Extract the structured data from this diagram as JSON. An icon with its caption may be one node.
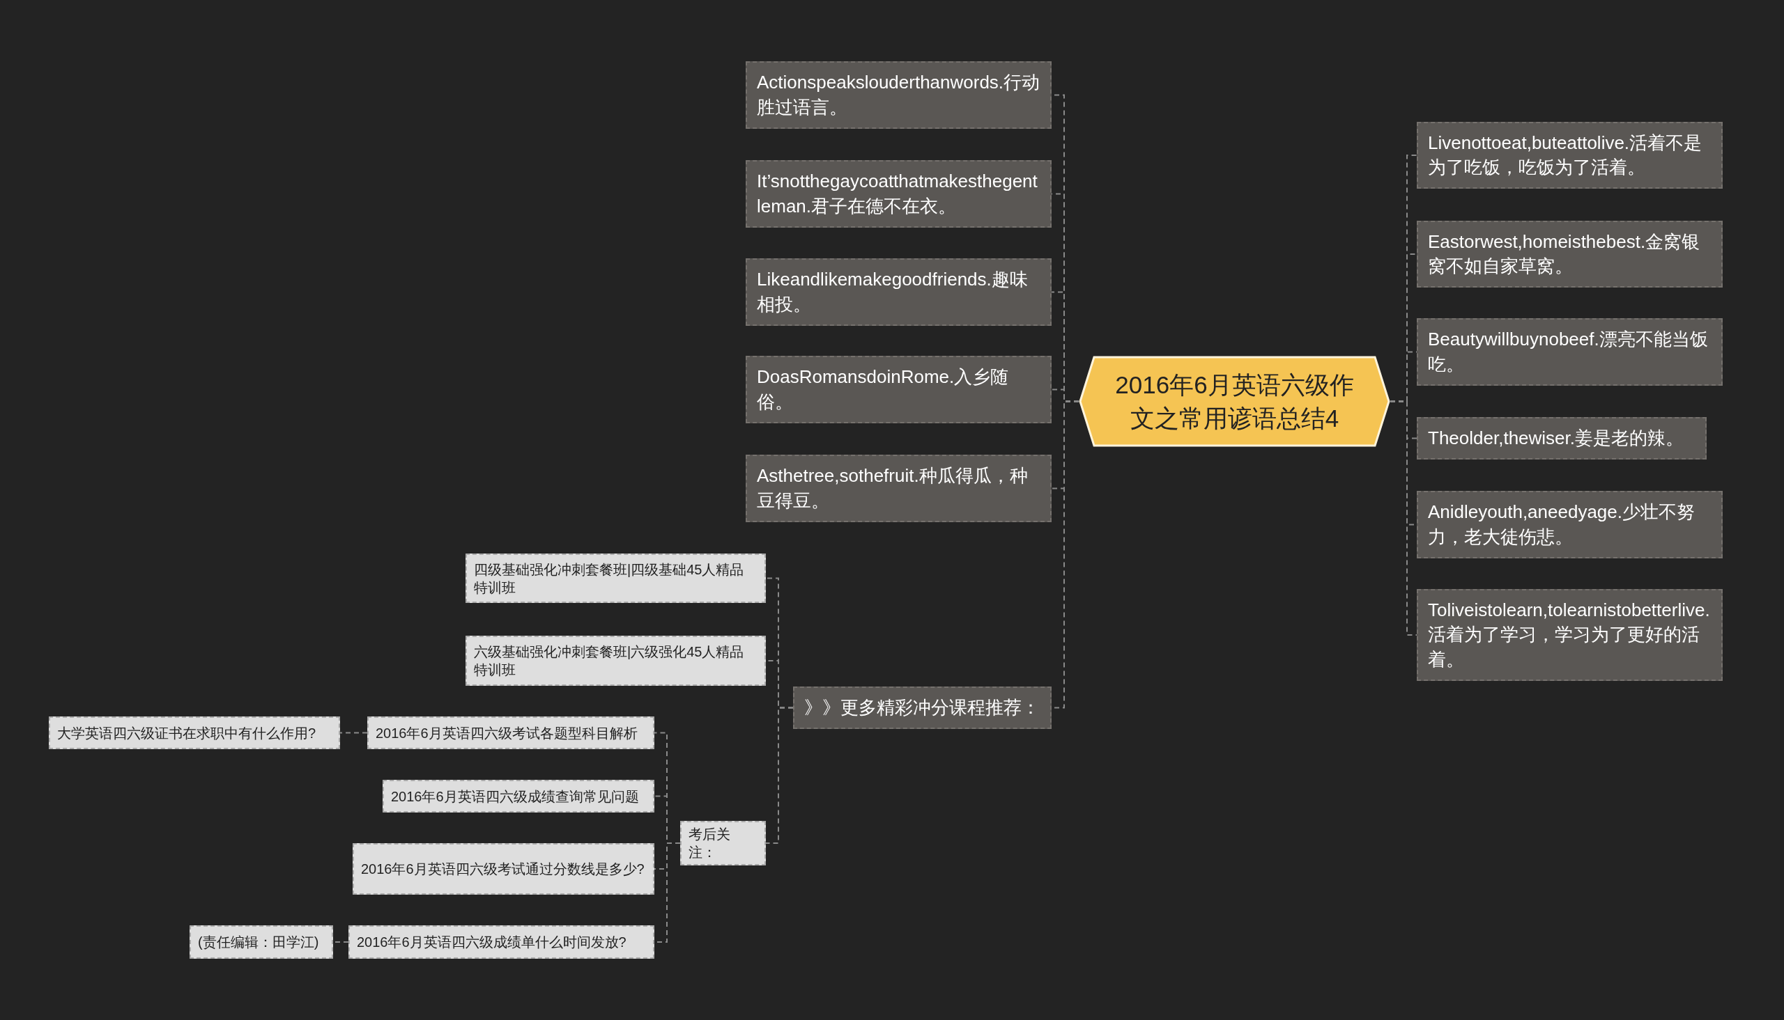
{
  "diagram": {
    "nodes": [
      {
        "text": [
          "2016年6月英语六级作文之常用谚语总结4"
        ]
      },
      {
        "text": [
          "Actionspeakslouderthanwords.行动胜过语言。"
        ]
      },
      {
        "text": [
          "It’snotthegaycoatthatmakesthegentleman.君子在德不在衣。"
        ]
      },
      {
        "text": [
          "Likeandlikemakegoodfriends.趣味相投。"
        ]
      },
      {
        "text": [
          "DoasRomansdoinRome.入乡随俗。"
        ]
      },
      {
        "text": [
          "Asthetree,sothefruit.种瓜得瓜，种豆得豆。"
        ]
      },
      {
        "text": [
          "》》更多精彩冲分课程推荐："
        ]
      },
      {
        "text": [
          "四级基础强化冲刺套餐班|四级基础45人精品特训班"
        ]
      },
      {
        "text": [
          "六级基础强化冲刺套餐班|六级强化45人精品特训班"
        ]
      },
      {
        "text": [
          "考后关注："
        ]
      },
      {
        "text": [
          "2016年6月英语四六级考试各题型科目解析"
        ]
      },
      {
        "text": [
          "大学英语四六级证书在求职中有什么作用?"
        ]
      },
      {
        "text": [
          "2016年6月英语四六级成绩查询常见问题"
        ]
      },
      {
        "text": [
          "2016年6月英语四六级考试通过分数线是多少?"
        ]
      },
      {
        "text": [
          "2016年6月英语四六级成绩单什么时间发放?"
        ]
      },
      {
        "text": [
          "(责任编辑：田学江)"
        ]
      },
      {
        "text": [
          "Livenottoeat,buteattolive.活着不是为了吃饭，吃饭为了活着。"
        ]
      },
      {
        "text": [
          "Eastorwest,homeisthebest.金窝银窝不如自家草窝。"
        ]
      },
      {
        "text": [
          "Beautywillbuynobeef.漂亮不能当饭吃。"
        ]
      },
      {
        "text": [
          "Theolder,thewiser.姜是老的辣。"
        ]
      },
      {
        "text": [
          "Anidleyouth,aneedyage.少壮不努力，老大徒伤悲。"
        ]
      },
      {
        "text": [
          "Toliveistolearn,tolearnistobetterlive.活着为了学习，学习为了更好的活着。"
        ]
      }
    ],
    "edges": [
      {
        "from": 0,
        "to": 1,
        "arrow": "none"
      },
      {
        "from": 0,
        "to": 2,
        "arrow": "none"
      },
      {
        "from": 0,
        "to": 3,
        "arrow": "none"
      },
      {
        "from": 0,
        "to": 4,
        "arrow": "none"
      },
      {
        "from": 0,
        "to": 5,
        "arrow": "none"
      },
      {
        "from": 0,
        "to": 6,
        "arrow": "none"
      },
      {
        "from": 6,
        "to": 7,
        "arrow": "none"
      },
      {
        "from": 6,
        "to": 8,
        "arrow": "none"
      },
      {
        "from": 6,
        "to": 9,
        "arrow": "none"
      },
      {
        "from": 9,
        "to": 10,
        "arrow": "none"
      },
      {
        "from": 10,
        "to": 11,
        "arrow": "none"
      },
      {
        "from": 9,
        "to": 12,
        "arrow": "none"
      },
      {
        "from": 9,
        "to": 13,
        "arrow": "none"
      },
      {
        "from": 9,
        "to": 14,
        "arrow": "none"
      },
      {
        "from": 14,
        "to": 15,
        "arrow": "none"
      },
      {
        "from": 0,
        "to": 16,
        "arrow": "none"
      },
      {
        "from": 0,
        "to": 17,
        "arrow": "none"
      },
      {
        "from": 0,
        "to": 18,
        "arrow": "none"
      },
      {
        "from": 0,
        "to": 19,
        "arrow": "none"
      },
      {
        "from": 0,
        "to": 20,
        "arrow": "none"
      },
      {
        "from": 0,
        "to": 21,
        "arrow": "none"
      }
    ]
  }
}
